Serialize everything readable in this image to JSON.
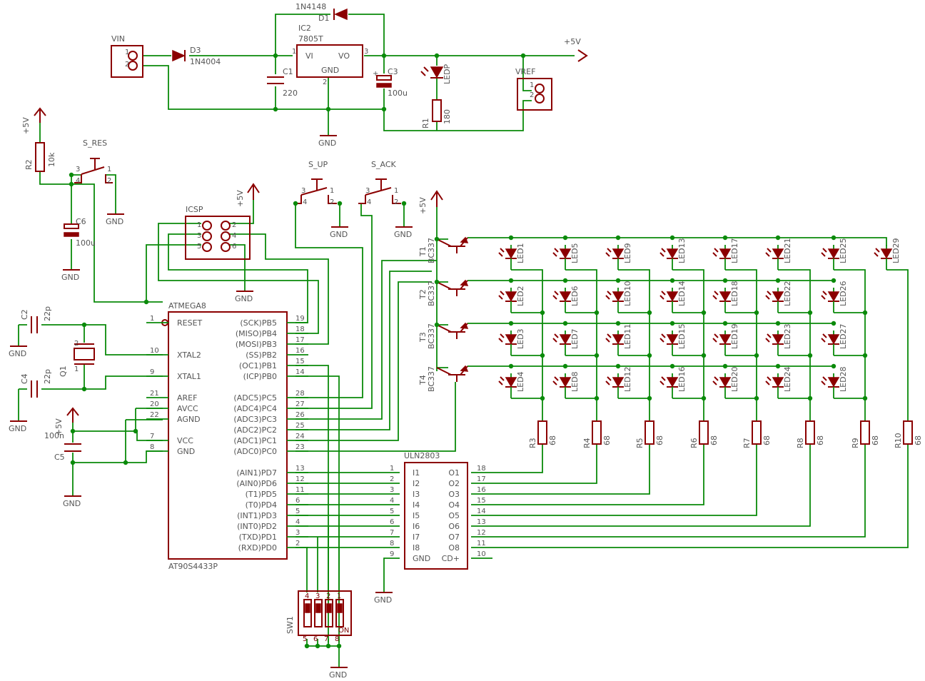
{
  "supply_labels": {
    "vcc": "+5V",
    "gnd": "GND"
  },
  "power": {
    "vin": {
      "name": "VIN",
      "pin1": "1",
      "pin2": "2"
    },
    "d3": {
      "name": "D3",
      "value": "1N4004"
    },
    "d1": {
      "name": "D1",
      "value": "1N4148"
    },
    "ic2": {
      "name": "IC2",
      "value": "7805T",
      "vi": "VI",
      "vo": "VO",
      "gnd": "GND",
      "pin_in": "1",
      "pin_out": "3",
      "pin_gnd": "2"
    },
    "c1": {
      "name": "C1",
      "value": "220"
    },
    "c3": {
      "name": "C3",
      "value": "100u"
    },
    "ledp": {
      "name": "LEDP"
    },
    "r1": {
      "name": "R1",
      "value": "180"
    },
    "vref": {
      "name": "VREF",
      "pin1": "1",
      "pin2": "2"
    }
  },
  "reset": {
    "r2": {
      "name": "R2",
      "value": "10k"
    },
    "s_res": {
      "name": "S_RES",
      "p1": "1",
      "p2": "2",
      "p3": "3",
      "p4": "4"
    },
    "c6": {
      "name": "C6",
      "value": "100u"
    }
  },
  "icsp": {
    "name": "ICSP",
    "pins": [
      "1",
      "2",
      "3",
      "4",
      "5",
      "6"
    ]
  },
  "buttons": {
    "s_up": {
      "name": "S_UP",
      "p1": "1",
      "p2": "2",
      "p3": "3",
      "p4": "4"
    },
    "s_ack": {
      "name": "S_ACK",
      "p1": "1",
      "p2": "2",
      "p3": "3",
      "p4": "4"
    }
  },
  "clock": {
    "c2": {
      "name": "C2",
      "value": "22p"
    },
    "c4": {
      "name": "C4",
      "value": "22p"
    },
    "q1": {
      "name": "Q1",
      "p1": "1",
      "p2": "2"
    }
  },
  "c5": {
    "name": "C5",
    "value": "100n"
  },
  "mcu": {
    "name": "ATMEGA8",
    "value": "AT90S4433P",
    "left_pins": [
      {
        "num": "1",
        "label": "RESET"
      },
      {
        "num": "10",
        "label": "XTAL2"
      },
      {
        "num": "9",
        "label": "XTAL1"
      },
      {
        "num": "21",
        "label": "AREF"
      },
      {
        "num": "20",
        "label": "AVCC"
      },
      {
        "num": "22",
        "label": "AGND"
      },
      {
        "num": "7",
        "label": "VCC"
      },
      {
        "num": "8",
        "label": "GND"
      }
    ],
    "right_pins": [
      {
        "num": "19",
        "label": "(SCK)PB5"
      },
      {
        "num": "18",
        "label": "(MISO)PB4"
      },
      {
        "num": "17",
        "label": "(MOSI)PB3"
      },
      {
        "num": "16",
        "label": "(SS)PB2"
      },
      {
        "num": "15",
        "label": "(OC1)PB1"
      },
      {
        "num": "14",
        "label": "(ICP)PB0"
      },
      {
        "num": "28",
        "label": "(ADC5)PC5"
      },
      {
        "num": "27",
        "label": "(ADC4)PC4"
      },
      {
        "num": "26",
        "label": "(ADC3)PC3"
      },
      {
        "num": "25",
        "label": "(ADC2)PC2"
      },
      {
        "num": "24",
        "label": "(ADC1)PC1"
      },
      {
        "num": "23",
        "label": "(ADC0)PC0"
      },
      {
        "num": "13",
        "label": "(AIN1)PD7"
      },
      {
        "num": "12",
        "label": "(AIN0)PD6"
      },
      {
        "num": "11",
        "label": "(T1)PD5"
      },
      {
        "num": "6",
        "label": "(T0)PD4"
      },
      {
        "num": "5",
        "label": "(INT1)PD3"
      },
      {
        "num": "4",
        "label": "(INT0)PD2"
      },
      {
        "num": "3",
        "label": "(TXD)PD1"
      },
      {
        "num": "2",
        "label": "(RXD)PD0"
      }
    ]
  },
  "uln": {
    "name": "ULN2803",
    "inputs": [
      {
        "num": "1",
        "label": "I1"
      },
      {
        "num": "2",
        "label": "I2"
      },
      {
        "num": "3",
        "label": "I3"
      },
      {
        "num": "4",
        "label": "I4"
      },
      {
        "num": "5",
        "label": "I5"
      },
      {
        "num": "6",
        "label": "I6"
      },
      {
        "num": "7",
        "label": "I7"
      },
      {
        "num": "8",
        "label": "I8"
      },
      {
        "num": "9",
        "label": "GND"
      }
    ],
    "outputs": [
      {
        "num": "18",
        "label": "O1"
      },
      {
        "num": "17",
        "label": "O2"
      },
      {
        "num": "16",
        "label": "O3"
      },
      {
        "num": "15",
        "label": "O4"
      },
      {
        "num": "14",
        "label": "O5"
      },
      {
        "num": "13",
        "label": "O6"
      },
      {
        "num": "12",
        "label": "O7"
      },
      {
        "num": "11",
        "label": "O8"
      },
      {
        "num": "10",
        "label": "CD+"
      }
    ]
  },
  "transistors": [
    {
      "name": "T1",
      "value": "BC337"
    },
    {
      "name": "T2",
      "value": "BC337"
    },
    {
      "name": "T3",
      "value": "BC337"
    },
    {
      "name": "T4",
      "value": "BC337"
    }
  ],
  "leds": [
    [
      "LED1",
      "LED5",
      "LED9",
      "LED13",
      "LED17",
      "LED21",
      "LED25",
      "LED29"
    ],
    [
      "LED2",
      "LED6",
      "LED10",
      "LED14",
      "LED18",
      "LED22",
      "LED26"
    ],
    [
      "LED3",
      "LED7",
      "LED11",
      "LED15",
      "LED19",
      "LED23",
      "LED27"
    ],
    [
      "LED4",
      "LED8",
      "LED12",
      "LED16",
      "LED20",
      "LED24",
      "LED28"
    ]
  ],
  "column_resistors": [
    {
      "name": "R3",
      "value": "68"
    },
    {
      "name": "R4",
      "value": "68"
    },
    {
      "name": "R5",
      "value": "68"
    },
    {
      "name": "R6",
      "value": "68"
    },
    {
      "name": "R7",
      "value": "68"
    },
    {
      "name": "R8",
      "value": "68"
    },
    {
      "name": "R9",
      "value": "68"
    },
    {
      "name": "R10",
      "value": "68"
    }
  ],
  "sw1": {
    "name": "SW1",
    "top_pins": [
      "4",
      "3",
      "2",
      "1"
    ],
    "bottom_pins": [
      "5",
      "6",
      "7",
      "8"
    ],
    "on_label": "ON"
  }
}
